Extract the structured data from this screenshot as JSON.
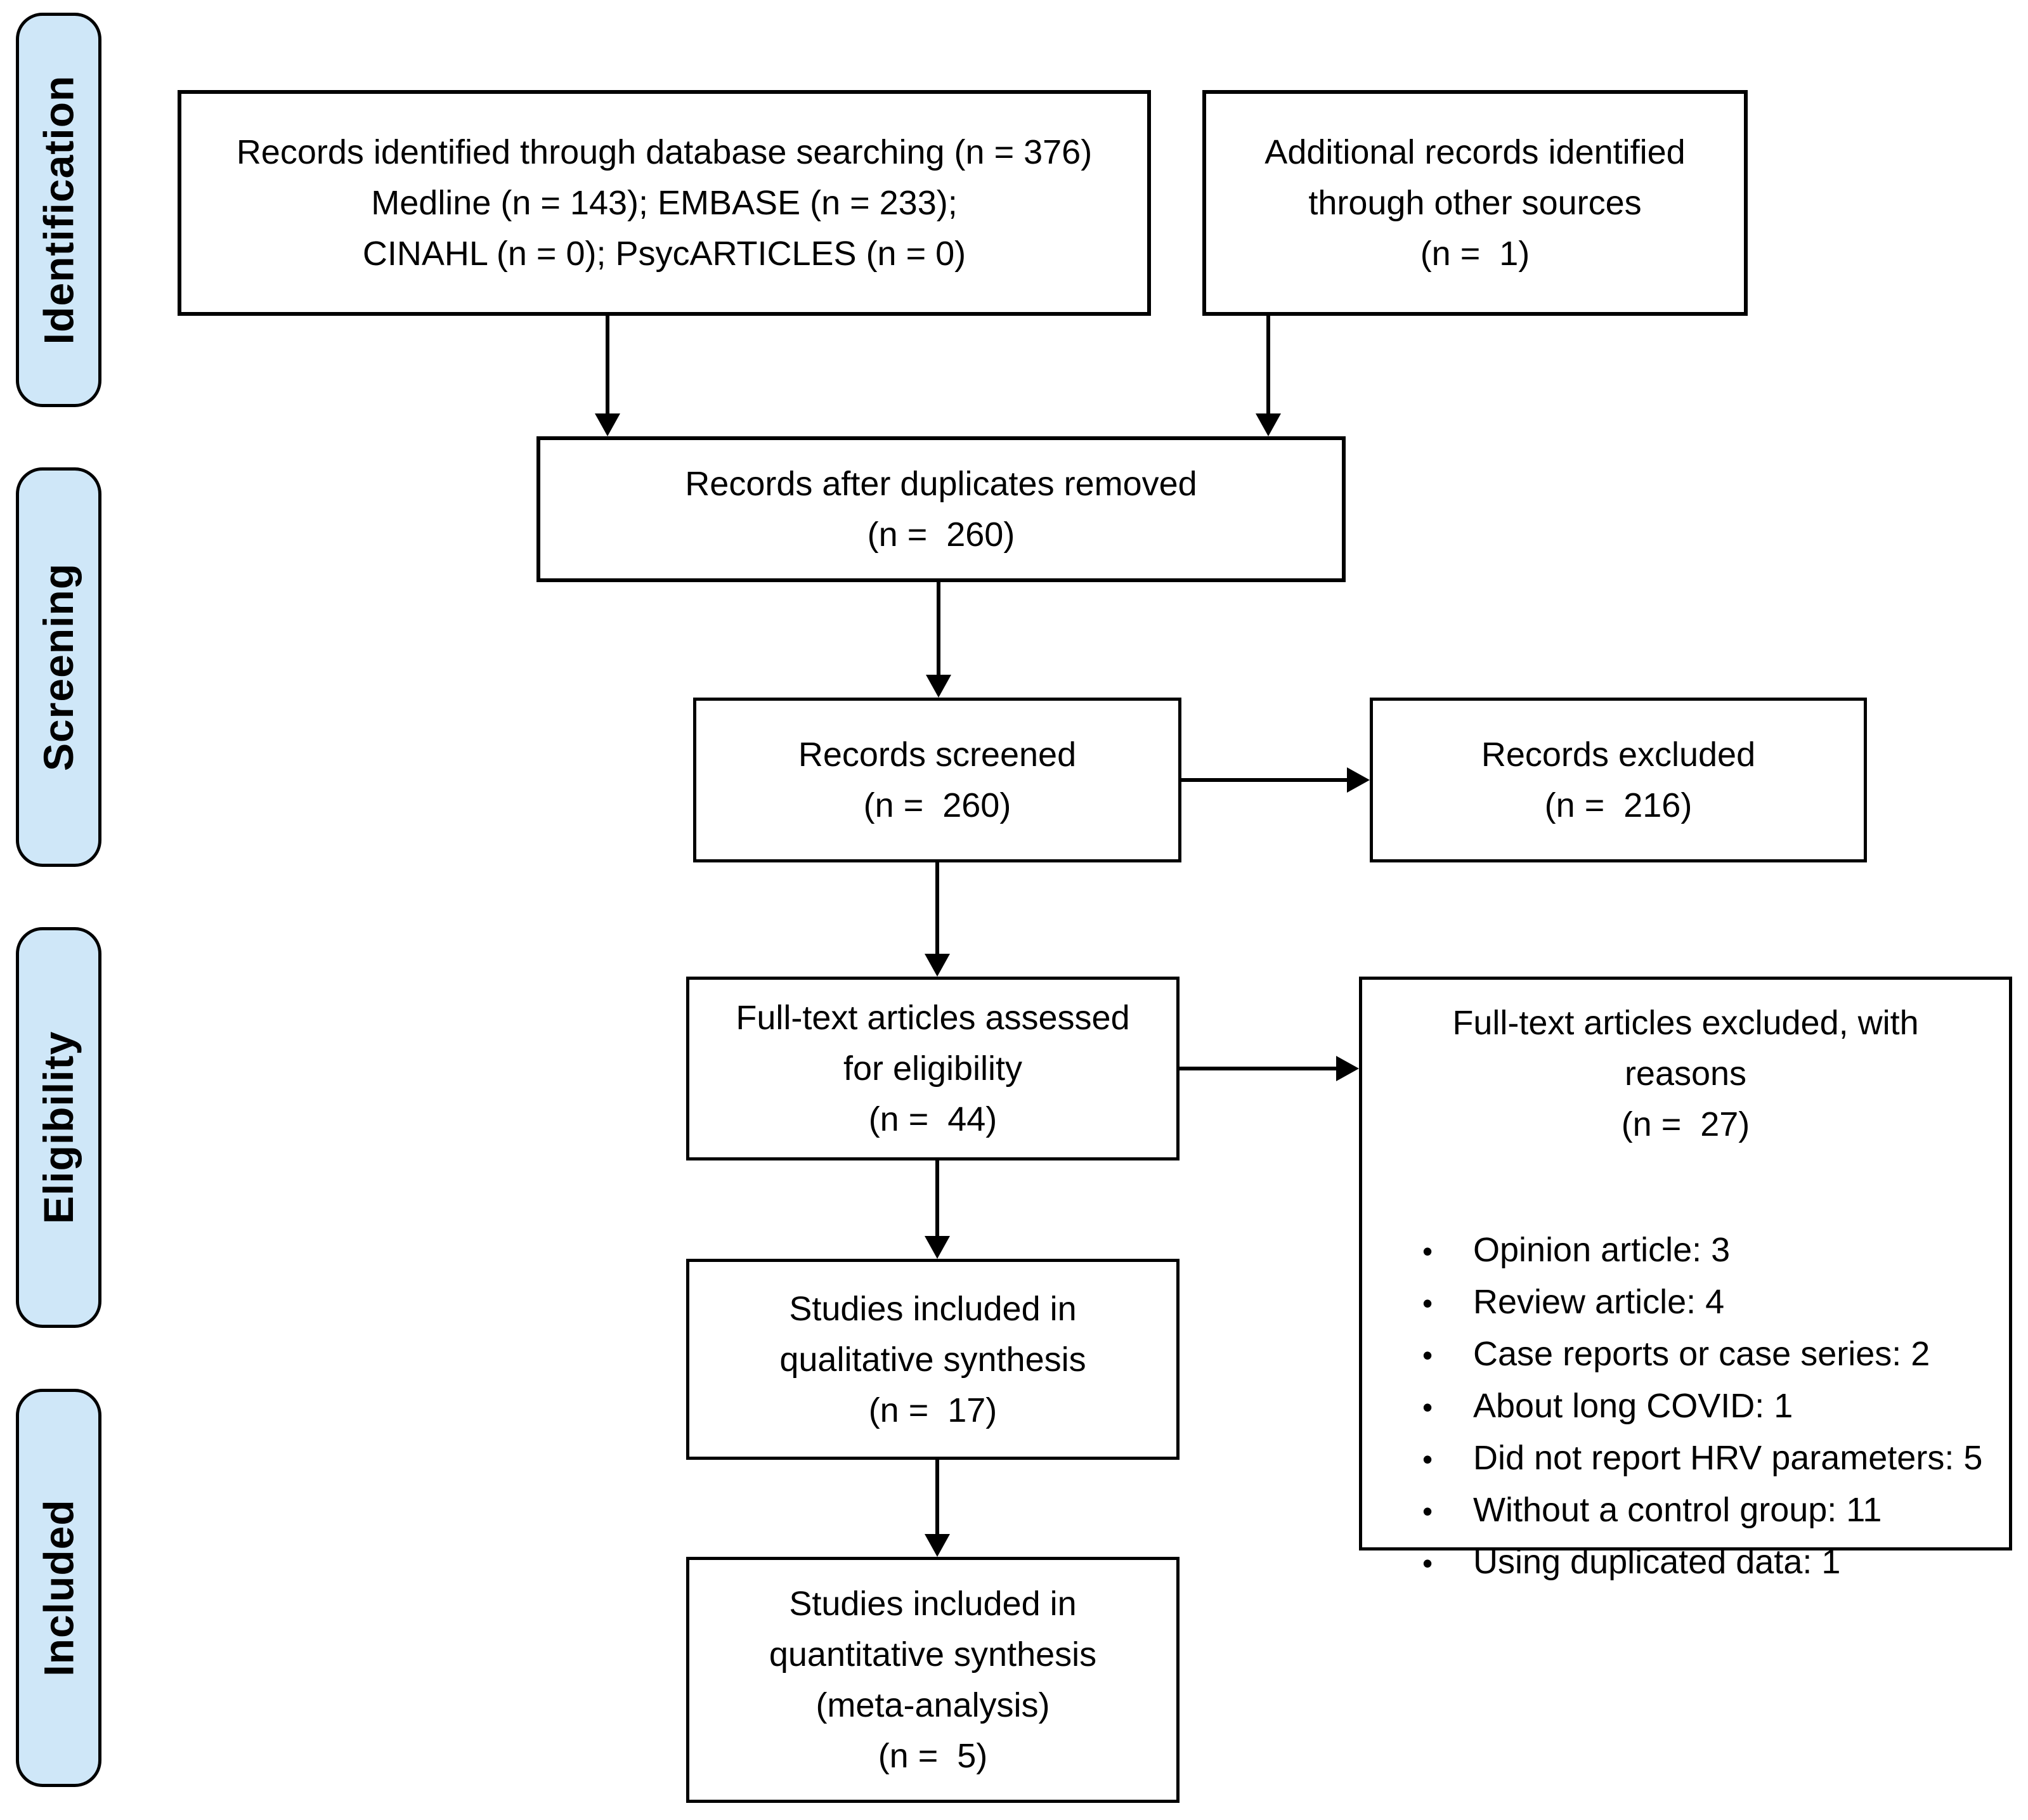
{
  "stages": {
    "identification": "Identification",
    "screening": "Screening",
    "eligibility": "Eligibility",
    "included": "Included"
  },
  "boxes": {
    "identified_db": {
      "lines": [
        "Records identified through database searching (n = 376)",
        "Medline (n = 143); EMBASE (n = 233);",
        "CINAHL (n = 0); PsycARTICLES (n = 0)"
      ]
    },
    "additional_sources": {
      "lines": [
        "Additional records identified",
        "through other sources",
        "(n =  1)"
      ]
    },
    "duplicates_removed": {
      "lines": [
        "Records after duplicates removed",
        "(n =  260)"
      ]
    },
    "records_screened": {
      "lines": [
        "Records screened",
        "(n =  260)"
      ]
    },
    "records_excluded": {
      "lines": [
        "Records excluded",
        "(n =  216)"
      ]
    },
    "fulltext_assessed": {
      "lines": [
        "Full-text articles assessed",
        "for eligibility",
        "(n =  44)"
      ]
    },
    "fulltext_excluded": {
      "title_lines": [
        "Full-text articles excluded, with",
        "reasons",
        "(n =  27)"
      ],
      "reasons": [
        "Opinion article: 3",
        "Review article: 4",
        "Case reports or case series: 2",
        "About long COVID: 1",
        "Did not report HRV parameters: 5",
        "Without a control group: 11",
        "Using duplicated data: 1"
      ]
    },
    "qualitative_synthesis": {
      "lines": [
        "Studies included in",
        "qualitative synthesis",
        "(n =  17)"
      ]
    },
    "quantitative_synthesis": {
      "lines": [
        "Studies included in",
        "quantitative synthesis",
        "(meta-analysis)",
        "(n =  5)"
      ]
    }
  },
  "colors": {
    "stage_fill": "#cfe7f8",
    "line_color": "#000000",
    "box_fill": "#ffffff"
  }
}
